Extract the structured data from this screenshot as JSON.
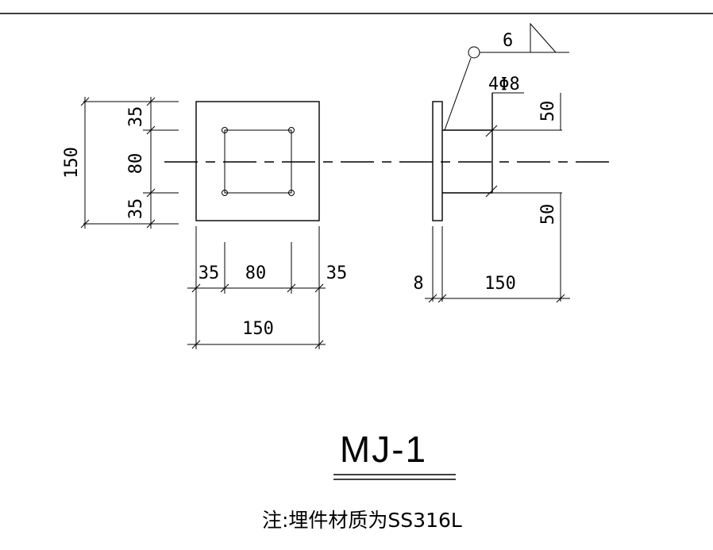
{
  "plan_view": {
    "vertical_dims": {
      "top": "35",
      "middle": "80",
      "bottom": "35",
      "overall": "150"
    },
    "horizontal_dims": {
      "left": "35",
      "middle": "80",
      "right": "35",
      "overall": "150"
    }
  },
  "side_view": {
    "weld_size": "6",
    "rebar_label": "4Φ8",
    "upper_dim": "50",
    "lower_dim": "50",
    "plate_thickness": "8",
    "anchor_length": "150"
  },
  "title": "MJ-1",
  "note": "注:埋件材质为SS316L"
}
